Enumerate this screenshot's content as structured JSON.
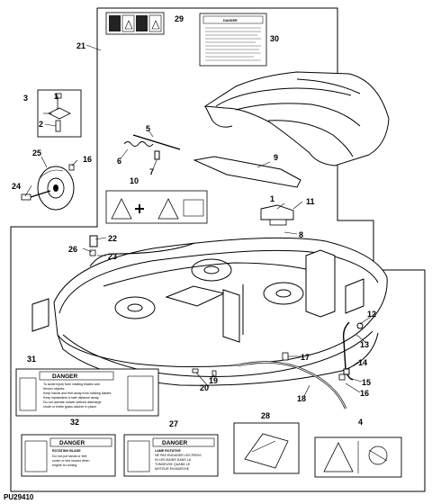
{
  "figure_id": "PU29410",
  "callouts": [
    "1",
    "2",
    "3",
    "4",
    "5",
    "6",
    "7",
    "8",
    "9",
    "10",
    "11",
    "12",
    "13",
    "14",
    "15",
    "16",
    "17",
    "18",
    "19",
    "20",
    "21",
    "22",
    "23",
    "24",
    "25",
    "26",
    "27",
    "28",
    "29",
    "30",
    "31",
    "32"
  ],
  "decals": {
    "d31": {
      "title": "DANGER",
      "lines": [
        "To avoid injury from rotating blades and",
        "thrown objects:",
        "Keep hands and feet away from rotating blades.",
        "Keep bystanders a safe distance away.",
        "Do not operate mower without discharge",
        "chute or entire grass catcher in place."
      ]
    },
    "d32": {
      "title": "DANGER",
      "lines": [
        "ROTATING BLADE",
        "Do not put hands or feet",
        "under or into mower when",
        "engine is running"
      ]
    },
    "d27": {
      "title": "DANGER",
      "lines": [
        "LAME ROTATIVE",
        "NE PAS ENGAGER LES PIEDS",
        "NI LES MAINS DANS LA",
        "TONDEUSE QUAND LE",
        "MOTEUR EN MARCHE"
      ]
    },
    "d30": {
      "title": "DANGER"
    }
  }
}
